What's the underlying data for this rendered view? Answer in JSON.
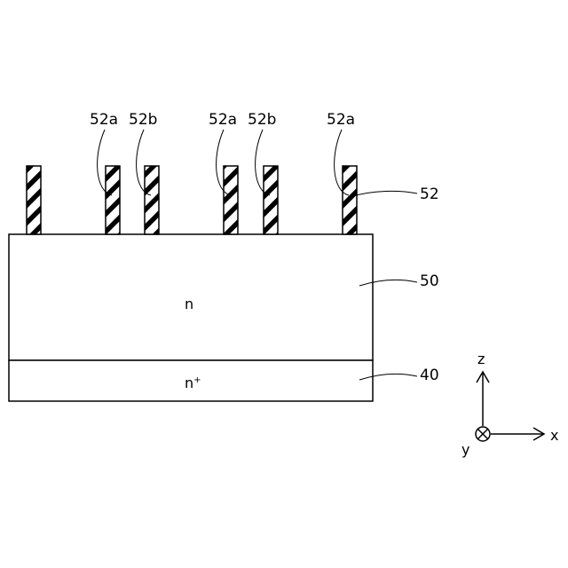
{
  "layers": {
    "drift": {
      "ref": "50",
      "doping": "n"
    },
    "substrate": {
      "ref": "40",
      "doping": "n",
      "doping_sup": "+"
    }
  },
  "electrodes": {
    "ref": "52",
    "labels": [
      "52a",
      "52b",
      "52a",
      "52b",
      "52a"
    ]
  },
  "axes": {
    "z": "z",
    "x": "x",
    "y": "y"
  },
  "colors": {
    "line": "#000000",
    "fill": "#ffffff"
  }
}
